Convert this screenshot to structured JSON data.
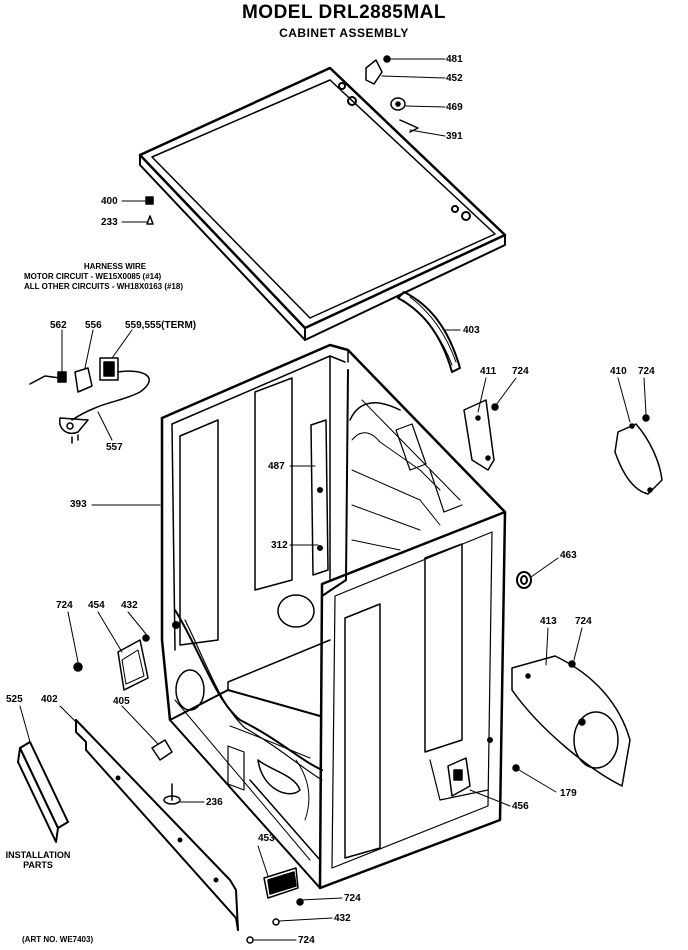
{
  "header": {
    "title": "MODEL DRL2885MAL",
    "subtitle": "CABINET ASSEMBLY"
  },
  "notes": {
    "harness_title": "HARNESS WIRE",
    "harness_motor": "MOTOR CIRCUIT - WE15X0085 (#14)",
    "harness_other": "ALL OTHER CIRCUITS - WH18X0163 (#18)",
    "install_1": "INSTALLATION",
    "install_2": "PARTS",
    "art_no": "(ART NO. WE7403)"
  },
  "callouts": {
    "p481": "481",
    "p452": "452",
    "p469": "469",
    "p391": "391",
    "p400": "400",
    "p233": "233",
    "p403": "403",
    "p562": "562",
    "p556": "556",
    "p559": "559,555(TERM)",
    "p557": "557",
    "p411": "411",
    "p724a": "724",
    "p410": "410",
    "p724b": "724",
    "p487": "487",
    "p393": "393",
    "p312": "312",
    "p463": "463",
    "p724c": "724",
    "p454": "454",
    "p432a": "432",
    "p413": "413",
    "p724d": "724",
    "p525": "525",
    "p402": "402",
    "p405": "405",
    "p236": "236",
    "p179": "179",
    "p456": "456",
    "p453": "453",
    "p724e": "724",
    "p432b": "432",
    "p724f": "724"
  }
}
